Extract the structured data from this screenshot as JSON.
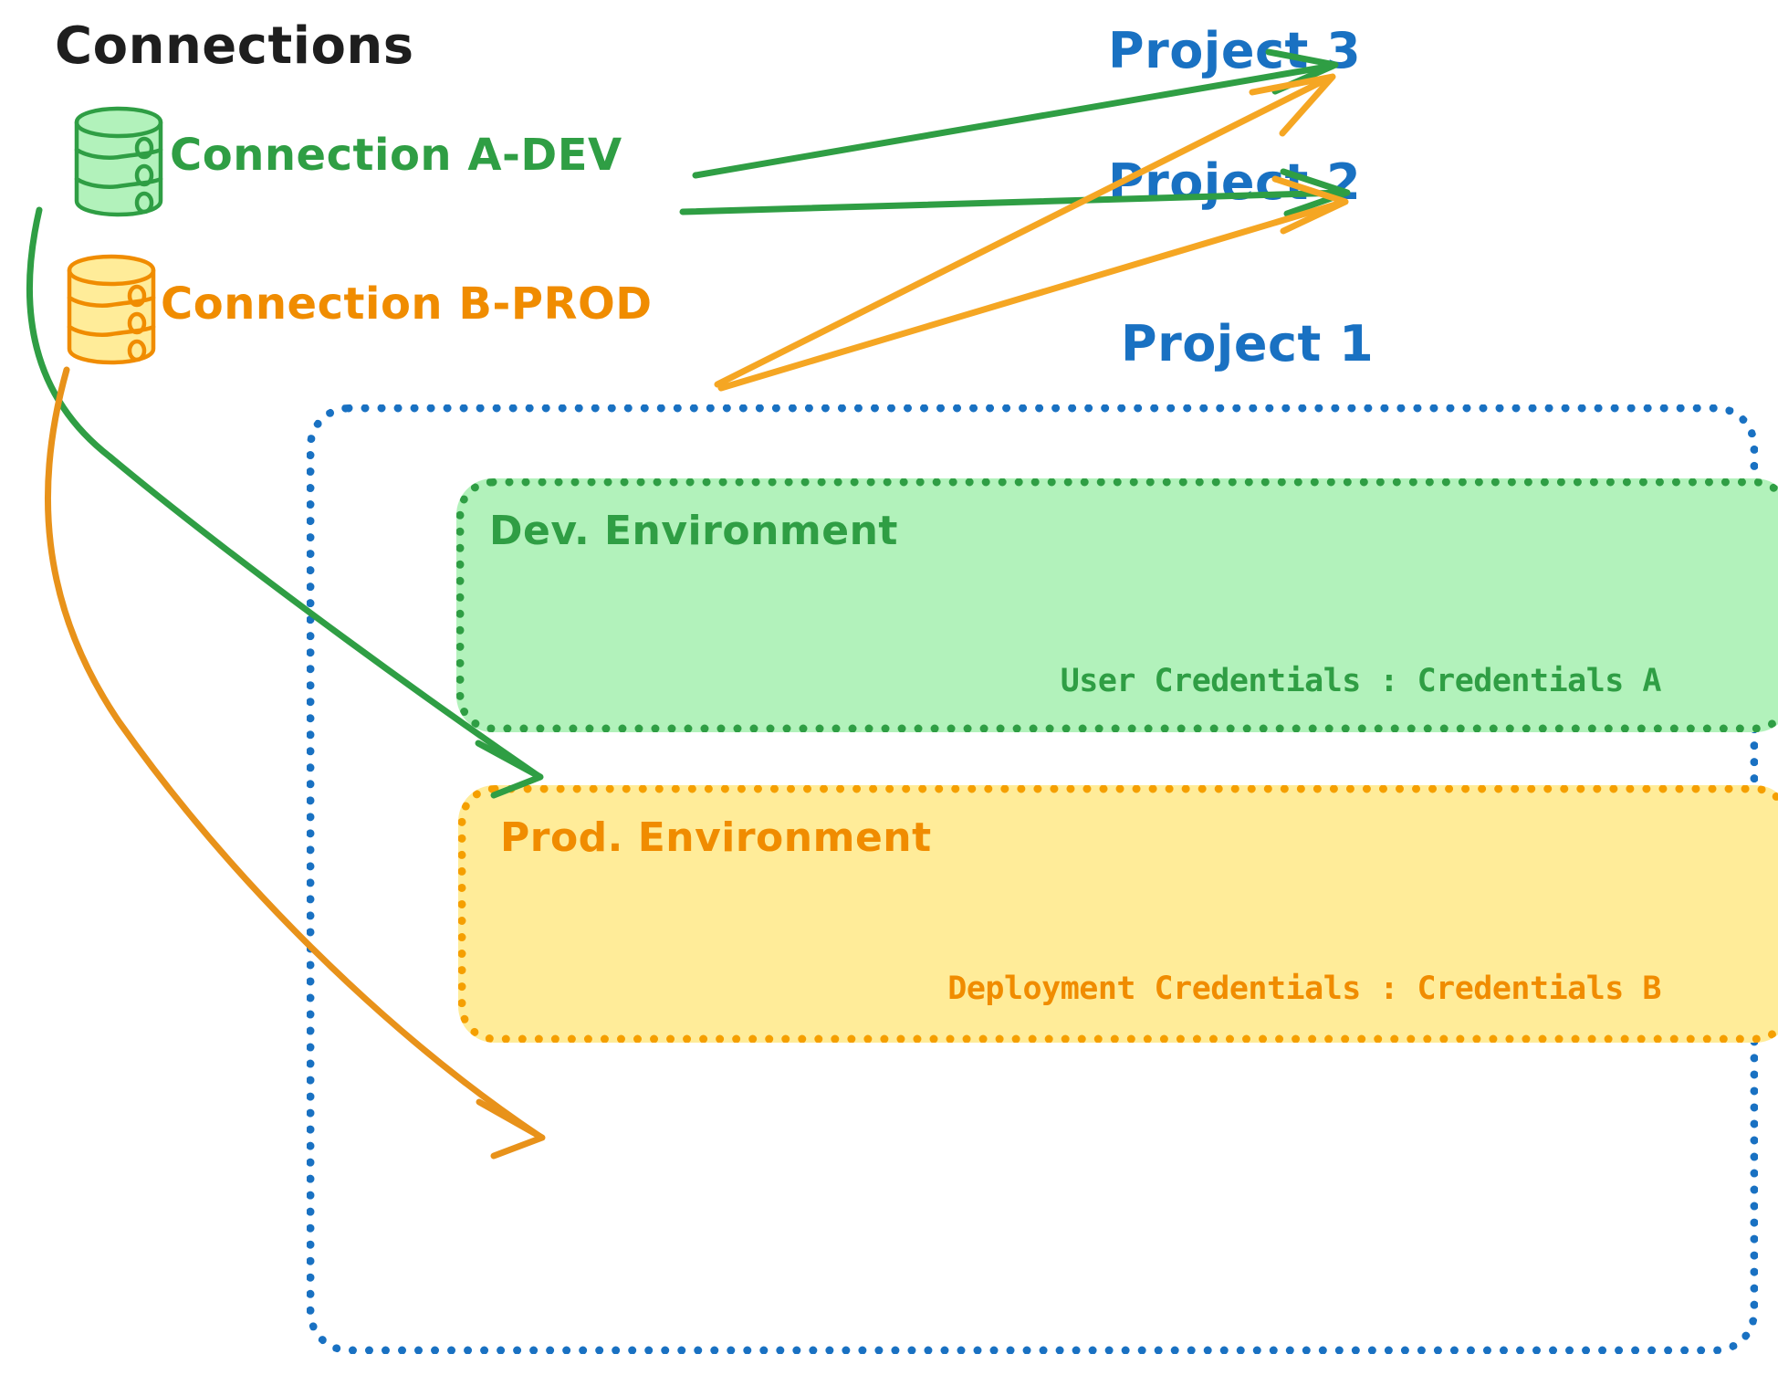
{
  "title": "Connections",
  "connections": [
    {
      "id": "conn-a-dev",
      "label": "Connection A-DEV",
      "icon": "database-icon",
      "color": "#2f9e44"
    },
    {
      "id": "conn-b-prod",
      "label": "Connection B-PROD",
      "icon": "database-icon",
      "color": "#f08c00"
    }
  ],
  "projects": [
    {
      "id": "project-3",
      "label": "Project 3",
      "color": "#1971c2"
    },
    {
      "id": "project-2",
      "label": "Project 2",
      "color": "#1971c2"
    },
    {
      "id": "project-1",
      "label": "Project 1",
      "color": "#1971c2"
    }
  ],
  "project1": {
    "label": "Project 1",
    "border_color": "#1971c2",
    "environments": [
      {
        "id": "dev-environment",
        "title": "Dev. Environment",
        "credentials_label": "User Credentials",
        "credentials_value": "Credentials A",
        "credentials_line": "User Credentials : Credentials A",
        "fill": "#b2f2bb",
        "stroke": "#2f9e44"
      },
      {
        "id": "prod-environment",
        "title": "Prod. Environment",
        "credentials_label": "Deployment Credentials",
        "credentials_value": "Credentials B",
        "credentials_line": "Deployment Credentials : Credentials B",
        "fill": "#ffec99",
        "stroke": "#f59f00"
      }
    ]
  },
  "edges": [
    {
      "from": "conn-a-dev",
      "to": "project-3",
      "color": "#2f9e44"
    },
    {
      "from": "conn-a-dev",
      "to": "project-2",
      "color": "#2f9e44"
    },
    {
      "from": "conn-a-dev",
      "to": "dev-environment",
      "color": "#2f9e44"
    },
    {
      "from": "conn-b-prod",
      "to": "project-3",
      "color": "#f5a623"
    },
    {
      "from": "conn-b-prod",
      "to": "project-2",
      "color": "#f5a623"
    },
    {
      "from": "conn-b-prod",
      "to": "prod-environment",
      "color": "#e8921a"
    }
  ],
  "colors": {
    "green_stroke": "#2f9e44",
    "green_fill": "#b2f2bb",
    "orange_stroke": "#f08c00",
    "orange_fill": "#ffec99",
    "blue": "#1971c2",
    "amber_edge": "#f5a623",
    "title_black": "#1e1e1e",
    "background": "#ffffff"
  }
}
